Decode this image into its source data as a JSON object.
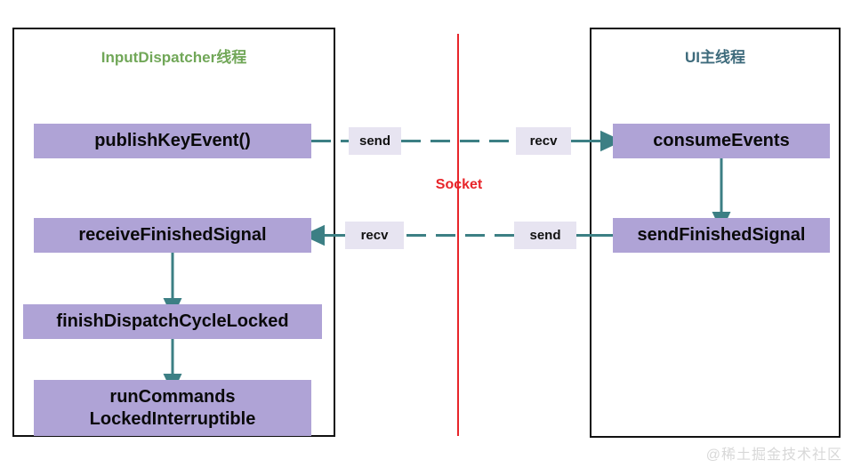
{
  "diagram": {
    "title_hidden": "",
    "colors": {
      "node_fill": "#afa3d6",
      "node_text": "#0a0a0a",
      "container_border": "#111111",
      "left_title": "#71a758",
      "right_title": "#3e6b7c",
      "socket_red": "#e8252a",
      "arrow_teal": "#3c7f84",
      "pill_bg": "#e7e4f1",
      "watermark": "#d8d8d8"
    },
    "threads": [
      {
        "id": "input-dispatcher",
        "title": "InputDispatcher线程",
        "nodes": [
          {
            "id": "publish-key-event",
            "label": "publishKeyEvent()"
          },
          {
            "id": "receive-finished-signal",
            "label": "receiveFinishedSignal"
          },
          {
            "id": "finish-dispatch-cycle-locked",
            "label": "finishDispatchCycleLocked"
          },
          {
            "id": "run-commands-locked-interruptible",
            "label": "runCommands\nLockedInterruptible"
          }
        ]
      },
      {
        "id": "ui-main-thread",
        "title": "UI主线程",
        "nodes": [
          {
            "id": "consume-events",
            "label": "consumeEvents"
          },
          {
            "id": "send-finished-signal",
            "label": "sendFinishedSignal"
          }
        ]
      }
    ],
    "socket": {
      "label": "Socket",
      "channels": [
        {
          "id": "downstream",
          "direction": "left-to-right",
          "from_node": "publishKeyEvent()",
          "to_node": "consumeEvents",
          "source_label": "send",
          "target_label": "recv"
        },
        {
          "id": "upstream",
          "direction": "right-to-left",
          "from_node": "sendFinishedSignal",
          "to_node": "receiveFinishedSignal",
          "source_label": "send",
          "target_label": "recv"
        }
      ]
    },
    "internal_arrows": [
      {
        "id": "receive-to-finish",
        "from": "receiveFinishedSignal",
        "to": "finishDispatchCycleLocked"
      },
      {
        "id": "finish-to-runcmd",
        "from": "finishDispatchCycleLocked",
        "to": "runCommandsLockedInterruptible"
      },
      {
        "id": "consume-to-sendfin",
        "from": "consumeEvents",
        "to": "sendFinishedSignal"
      }
    ],
    "watermark": "@稀土掘金技术社区"
  }
}
